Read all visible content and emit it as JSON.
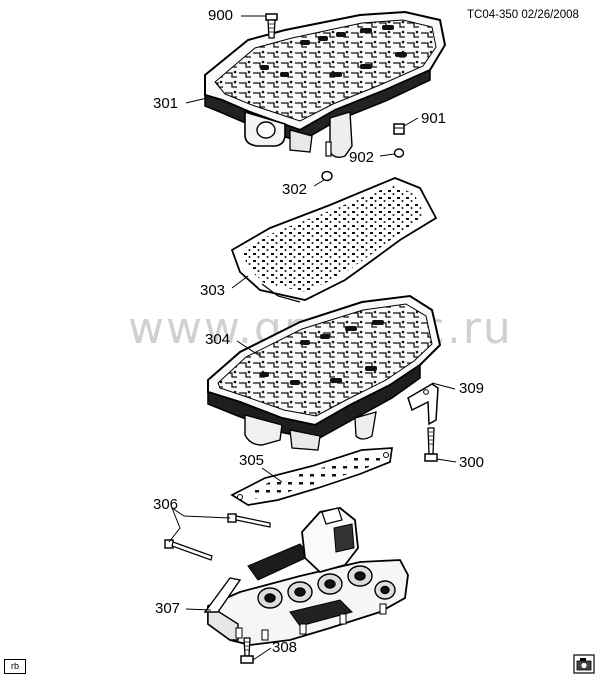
{
  "header": {
    "code_date": "TC04-350  02/26/2008"
  },
  "watermark": "www.gmsh-tc.ru",
  "badge": "rb",
  "callouts": {
    "c900": "900",
    "c301": "301",
    "c901": "901",
    "c902": "902",
    "c302": "302",
    "c303": "303",
    "c304": "304",
    "c309": "309",
    "c300": "300",
    "c305": "305",
    "c306": "306",
    "c307": "307",
    "c308": "308"
  }
}
